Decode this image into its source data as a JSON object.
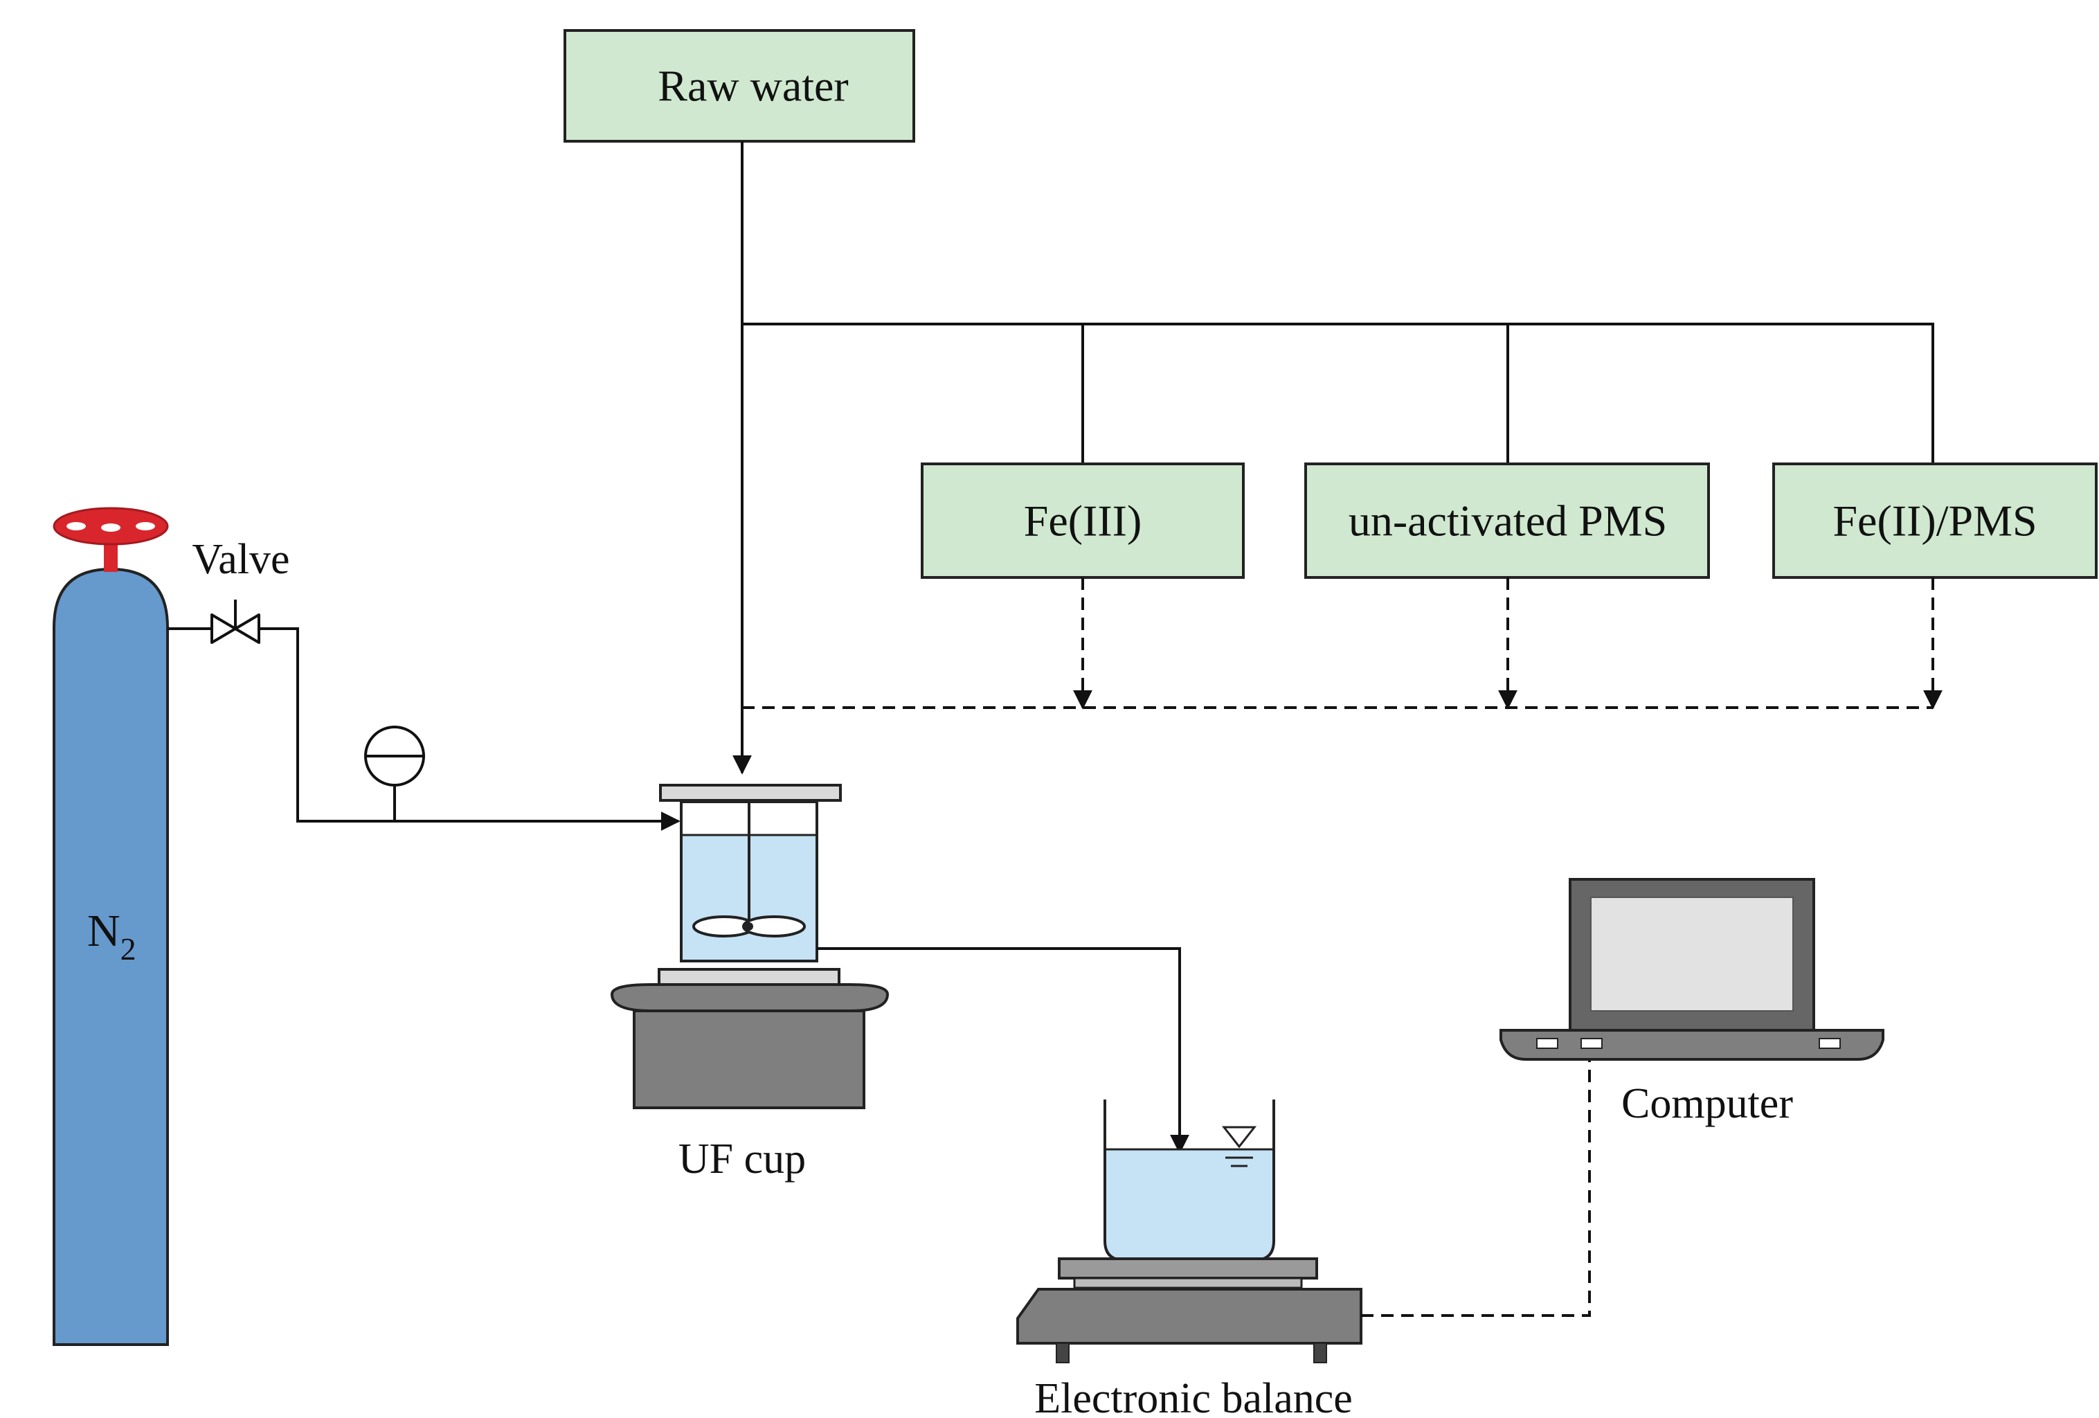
{
  "labels": {
    "raw_water": "Raw water",
    "fe_iii": "Fe(III)",
    "unactivated_pms": "un-activated PMS",
    "fe_ii_pms": "Fe(II)/PMS",
    "valve": "Valve",
    "n2_base": "N",
    "n2_sub": "2",
    "uf_cup": "UF cup",
    "computer": "Computer",
    "electronic_balance": "Electronic balance"
  },
  "colors": {
    "box_fill": "#cfe8cf",
    "cylinder_fill": "#6699cc",
    "valve_wheel": "#d9262c",
    "water": "#c6e2f5",
    "equipment_gray": "#7f7f7f",
    "screen": "#e2e2e2"
  }
}
